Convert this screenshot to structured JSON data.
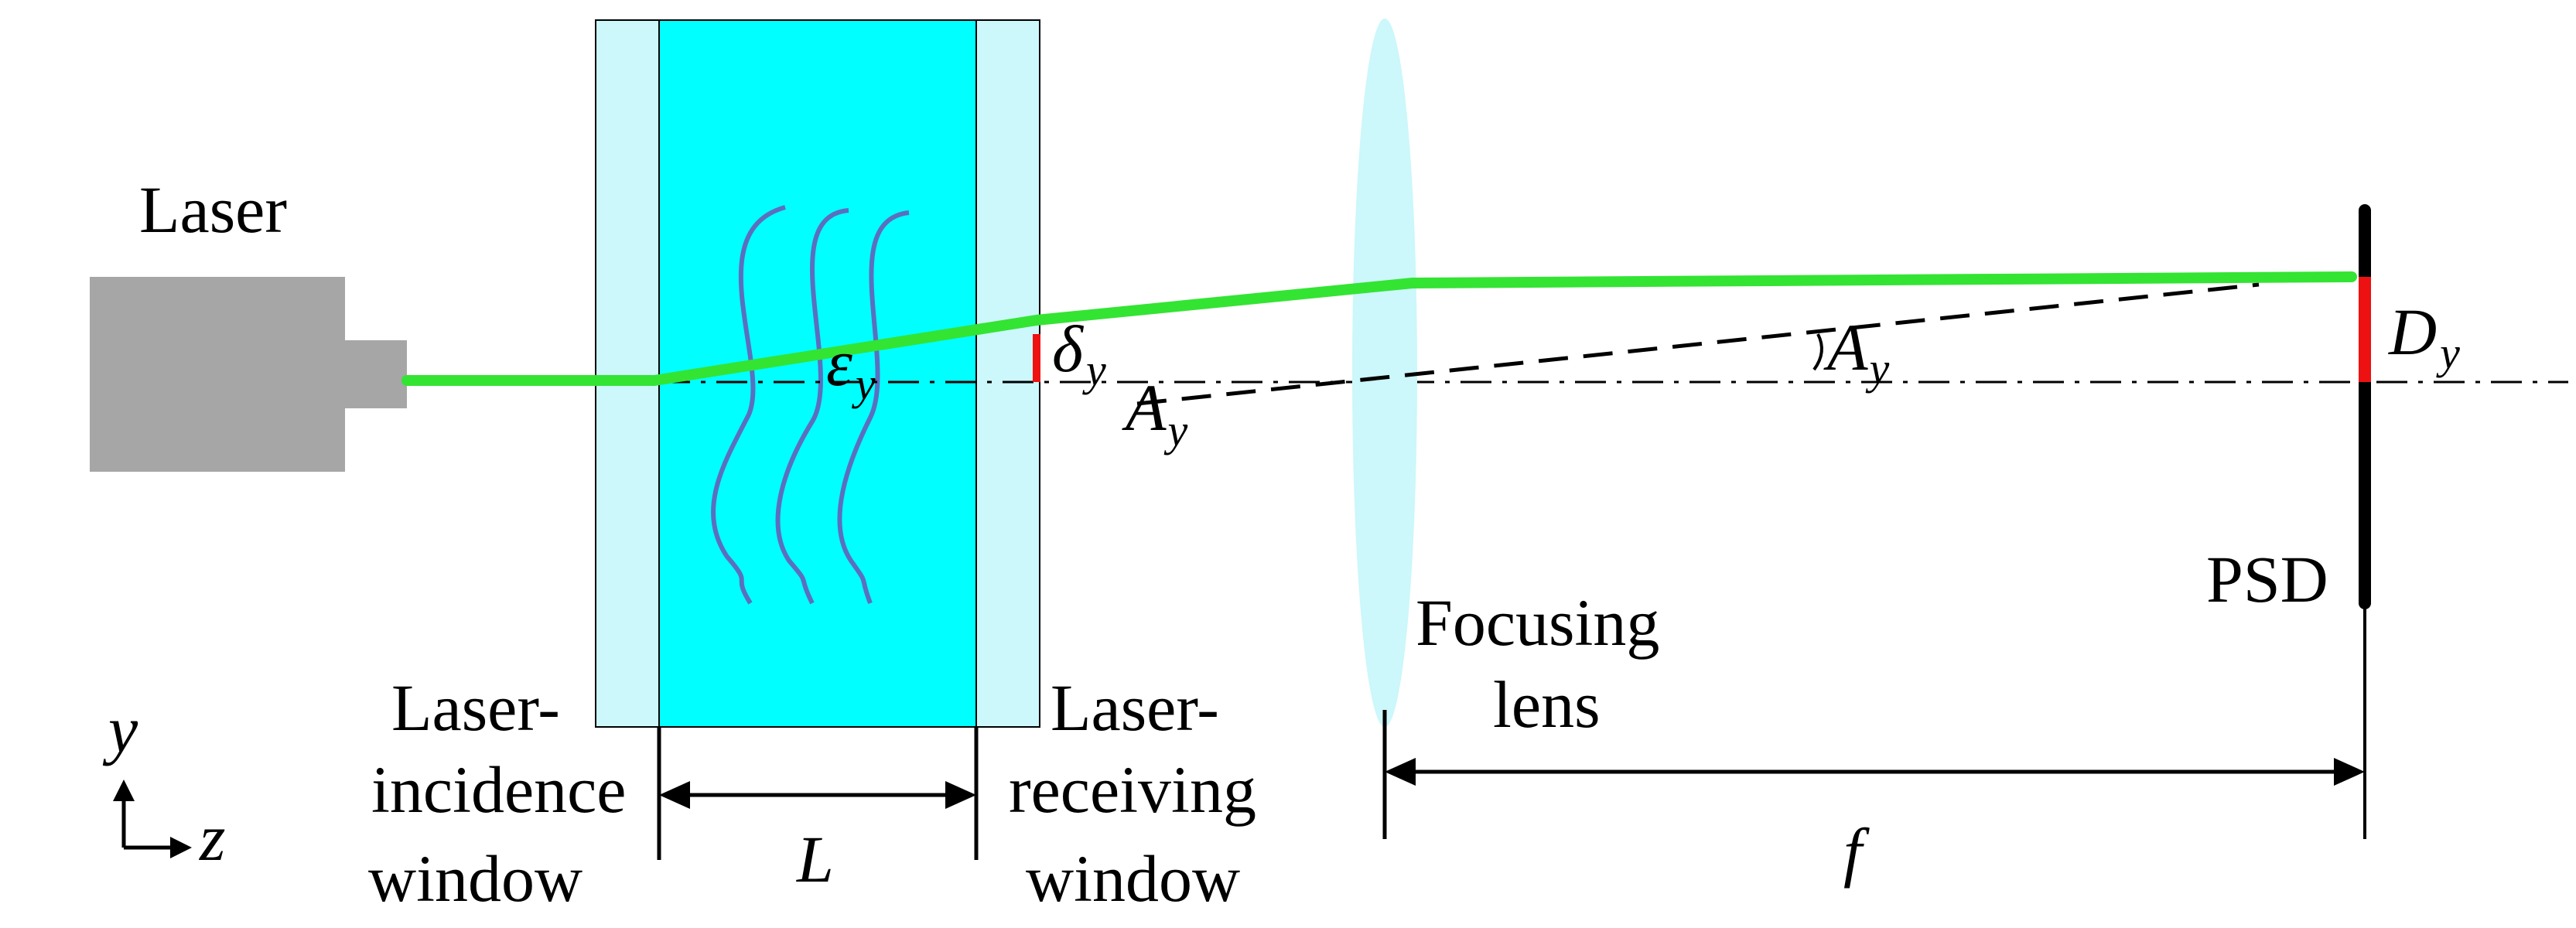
{
  "labels": {
    "laser": "Laser",
    "incidence_window_line1": "Laser-",
    "incidence_window_line2": "incidence",
    "incidence_window_line3": "window",
    "receiving_window_line1": "Laser-",
    "receiving_window_line2": "receiving",
    "receiving_window_line3": "window",
    "focusing_lens_line1": "Focusing",
    "focusing_lens_line2": "lens",
    "psd": "PSD",
    "length_L": "L",
    "focal_f": "f",
    "axis_y": "y",
    "axis_z": "z",
    "epsilon_symbol": "ε",
    "epsilon_sub": "y",
    "delta_symbol": "δ",
    "delta_sub": "y",
    "A_symbol_left": "A",
    "A_sub_left": "y",
    "A_symbol_right": "A",
    "A_sub_right": "y",
    "D_symbol": "D",
    "D_sub": "y"
  },
  "colors": {
    "laser_body": "#a6a6a6",
    "window_glass": "#ccf7fb",
    "medium": "#00ffff",
    "beam": "#33e433",
    "turbulence": "#5b6fc0",
    "lens": "#ccf7fb",
    "offset_marker": "#ee1111",
    "psd_bar": "#000000",
    "lines": "#000000"
  },
  "icons": {
    "laser_source": "laser-box-icon",
    "turbulence": "wavy-lines-icon",
    "lens": "ellipse-lens-icon",
    "axes": "yz-axes-icon"
  }
}
